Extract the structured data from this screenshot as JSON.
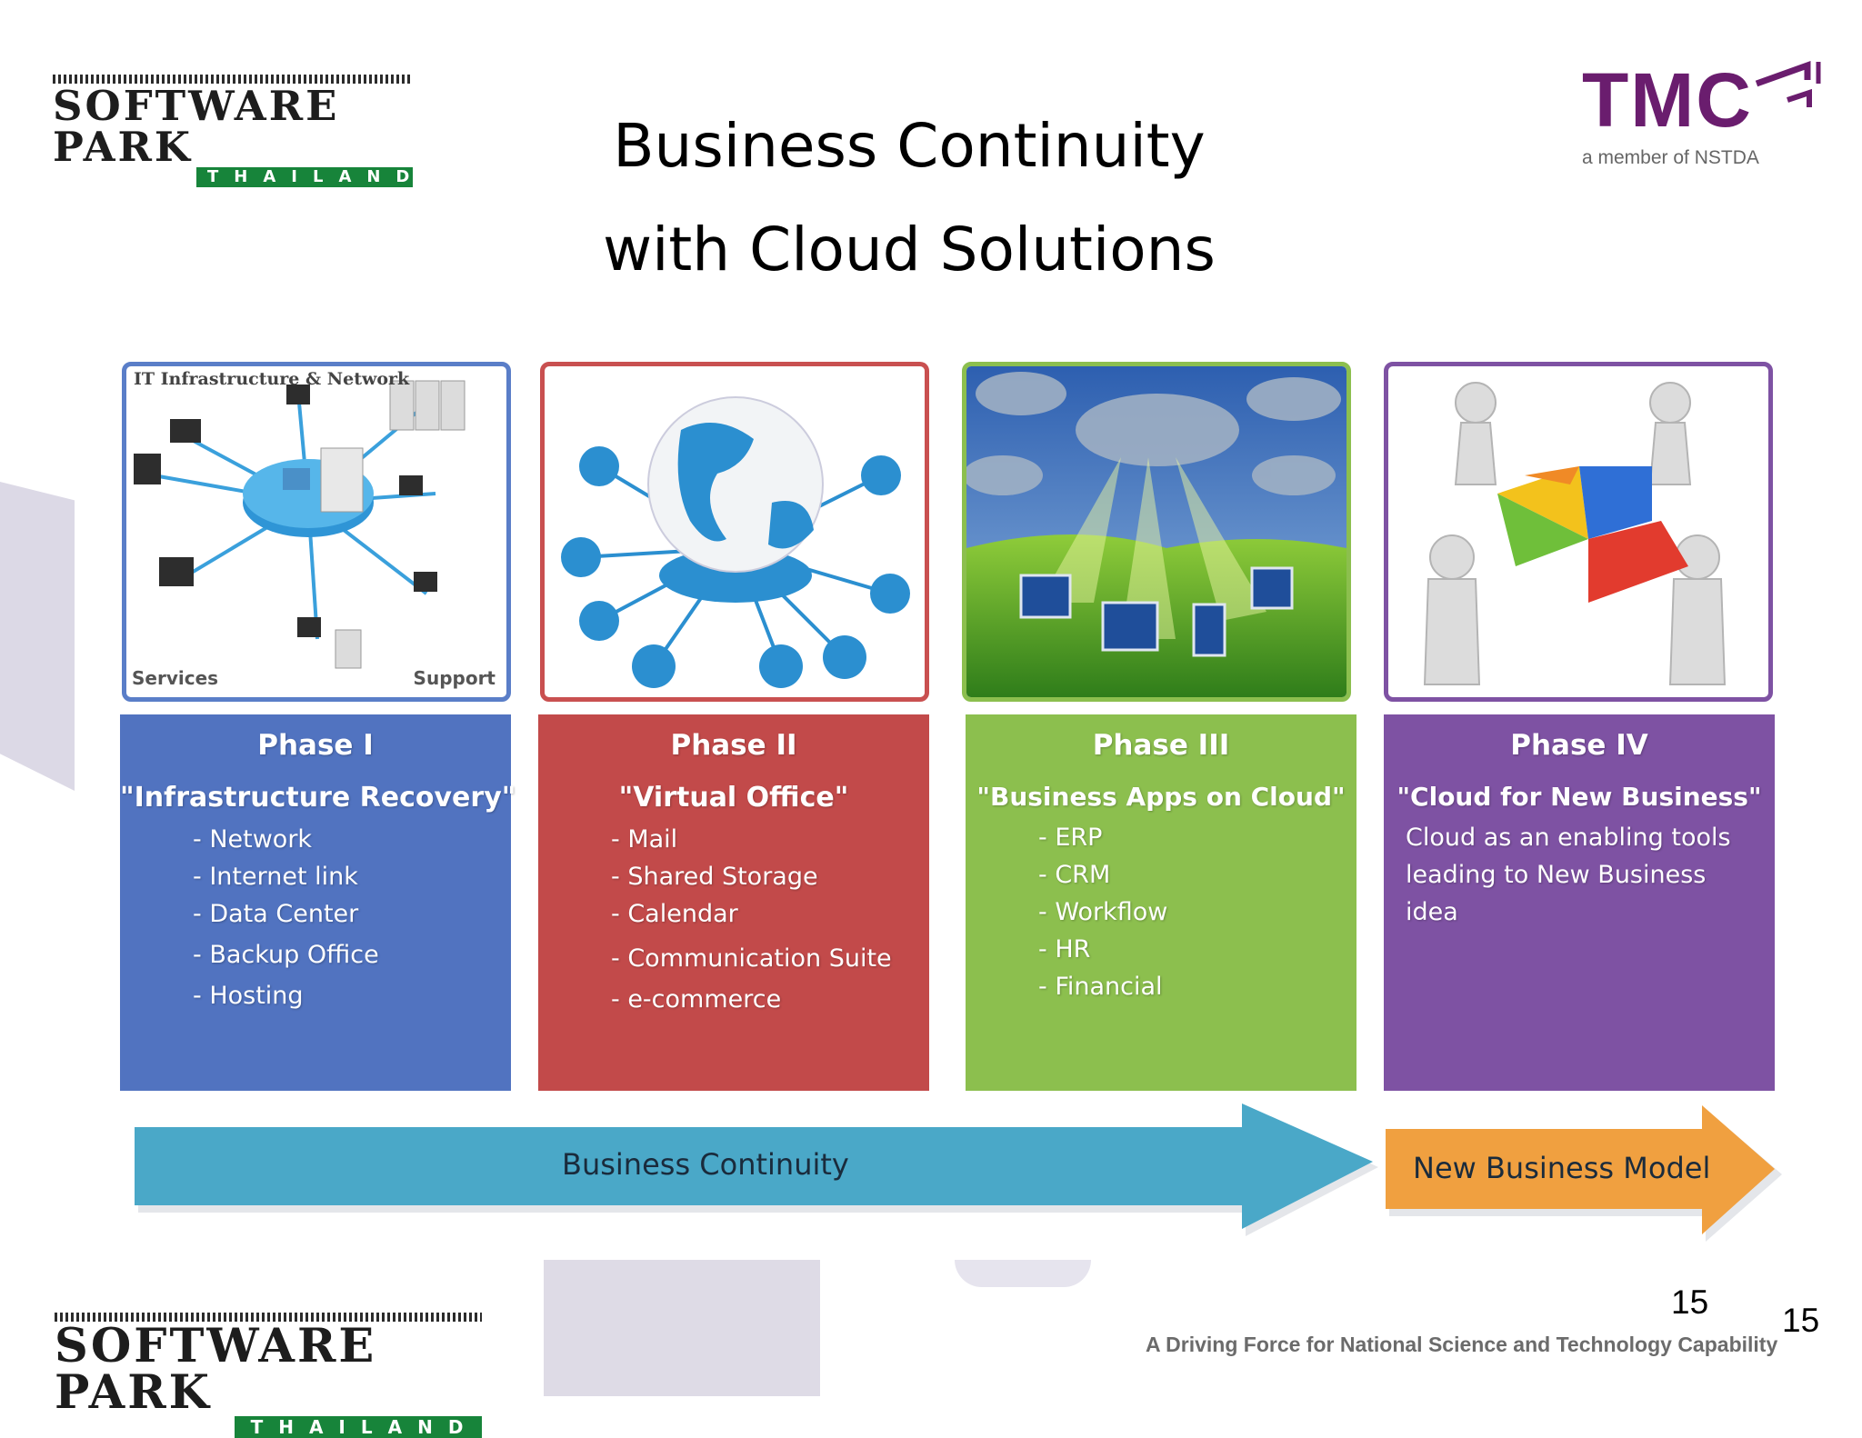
{
  "slide": {
    "title_line1": "Business Continuity",
    "title_line2": "with Cloud Solutions",
    "page_number": "15",
    "page_number_secondary": "15",
    "footer_tagline": "A Driving Force for National Science and Technology Capability"
  },
  "logos": {
    "software_park": {
      "word": "SOFTWARE PARK",
      "sub": "THAILAND",
      "brand_color": "#17843a"
    },
    "tmc": {
      "word": "TMC",
      "sub": "a member of NSTDA",
      "brand_color": "#6a1d6e"
    }
  },
  "phases": [
    {
      "image_labels": {
        "top": "IT Infrastructure & Network",
        "bottom_left": "Services",
        "bottom_right": "Support"
      },
      "title": "Phase I",
      "subtitle": "\"Infrastructure Recovery\"",
      "items": [
        "- Network",
        "- Internet link",
        "- Data Center",
        "- Backup Office",
        "- Hosting"
      ],
      "color": "#5173c0",
      "frame_color": "#5a7ec8",
      "image_icon": "network-diagram-icon"
    },
    {
      "title": "Phase II",
      "subtitle": "\"Virtual Office\"",
      "items": [
        "- Mail",
        "- Shared Storage",
        "- Calendar",
        "- Communication Suite",
        "- e-commerce"
      ],
      "color": "#c24a4a",
      "frame_color": "#c95050",
      "image_icon": "globe-network-icon"
    },
    {
      "title": "Phase III",
      "subtitle": "\"Business Apps on Cloud\"",
      "items": [
        "- ERP",
        "- CRM",
        "- Workflow",
        "- HR",
        "- Financial"
      ],
      "color": "#8cbf4e",
      "frame_color": "#8cbf4e",
      "image_icon": "cloud-apps-icon"
    },
    {
      "title": "Phase IV",
      "subtitle": "\"Cloud for New Business\"",
      "description": "Cloud as an enabling tools leading to New Business idea",
      "color": "#7e52a3",
      "frame_color": "#7e52a3",
      "image_icon": "puzzle-figures-icon"
    }
  ],
  "arrows": {
    "continuity": {
      "label": "Business Continuity",
      "color": "#4aa8c8"
    },
    "new_business": {
      "label": "New Business Model",
      "color": "#f0a040"
    }
  }
}
